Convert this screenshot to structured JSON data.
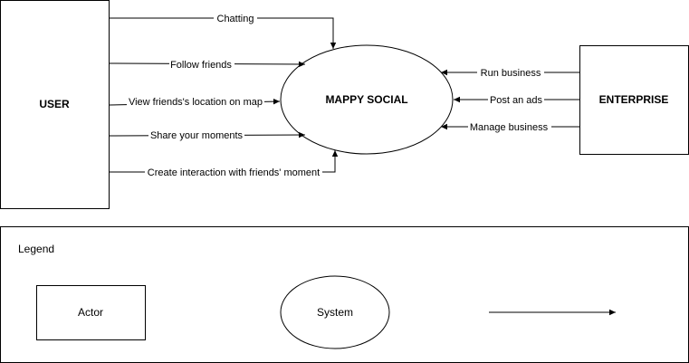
{
  "actors": {
    "user": "USER",
    "enterprise": "ENTERPRISE"
  },
  "system": {
    "name": "MAPPY SOCIAL"
  },
  "user_flows": [
    "Chatting",
    "Follow friends",
    "View friends's location on map",
    "Share your moments",
    "Create interaction with friends' moment"
  ],
  "enterprise_flows": [
    "Run business",
    "Post an ads",
    "Manage business"
  ],
  "legend": {
    "title": "Legend",
    "actor": "Actor",
    "system": "System"
  }
}
